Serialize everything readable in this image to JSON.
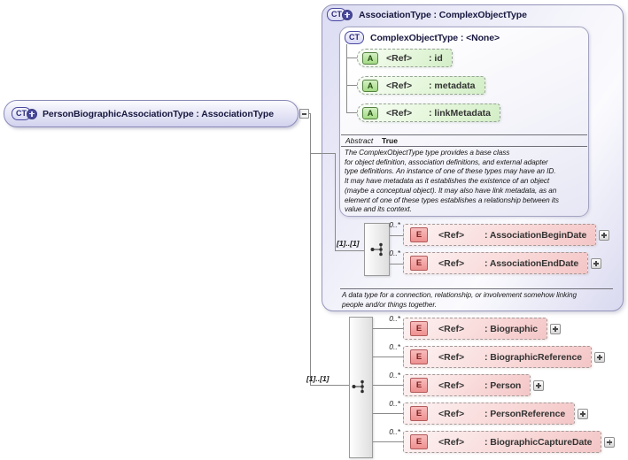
{
  "diagram": {
    "root": {
      "badge": "CT",
      "title": "PersonBiographicAssociationType : AssociationType"
    },
    "panel": {
      "badge": "CT",
      "title": "AssociationType : ComplexObjectType",
      "base": {
        "badge": "CT",
        "title": "ComplexObjectType : <None>",
        "attributes": [
          {
            "badge": "A",
            "ref": "<Ref>",
            "name": ": id"
          },
          {
            "badge": "A",
            "ref": "<Ref>",
            "name": ": metadata"
          },
          {
            "badge": "A",
            "ref": "<Ref>",
            "name": ": linkMetadata"
          }
        ],
        "abstract_label": "Abstract",
        "abstract_value": "True",
        "documentation": "The ComplexObjectType type provides a base class\nfor object definition, association definitions, and external adapter\ntype definitions. An instance of one of these types may have an ID.\nIt may have metadata as it establishes the existence of an object\n(maybe a conceptual object). It may also have link metadata, as an\nelement of one of these types establishes a relationship between its\nvalue and its context."
      },
      "sequence": {
        "cardinality": "[1]..[1]",
        "elements": [
          {
            "occurs": "0..*",
            "badge": "E",
            "ref": "<Ref>",
            "name": ": AssociationBeginDate"
          },
          {
            "occurs": "0..*",
            "badge": "E",
            "ref": "<Ref>",
            "name": ": AssociationEndDate"
          }
        ]
      },
      "documentation": "A data type for a connection, relationship, or involvement somehow linking\npeople and/or things together."
    },
    "local_sequence": {
      "cardinality": "[1]..[1]",
      "elements": [
        {
          "occurs": "0..*",
          "badge": "E",
          "ref": "<Ref>",
          "name": ": Biographic"
        },
        {
          "occurs": "0..*",
          "badge": "E",
          "ref": "<Ref>",
          "name": ": BiographicReference"
        },
        {
          "occurs": "0..*",
          "badge": "E",
          "ref": "<Ref>",
          "name": ": Person"
        },
        {
          "occurs": "0..*",
          "badge": "E",
          "ref": "<Ref>",
          "name": ": PersonReference"
        },
        {
          "occurs": "0..*",
          "badge": "E",
          "ref": "<Ref>",
          "name": ": BiographicCaptureDate"
        }
      ]
    },
    "colors": {
      "type_fill": "#dcdcf2",
      "panel_fill": "#e6e6f7",
      "attribute_fill": "#ddf3d3",
      "element_fill": "#f8d2d2",
      "connector": "#8a8a8a",
      "border_accent": "#8a8ab8"
    }
  }
}
